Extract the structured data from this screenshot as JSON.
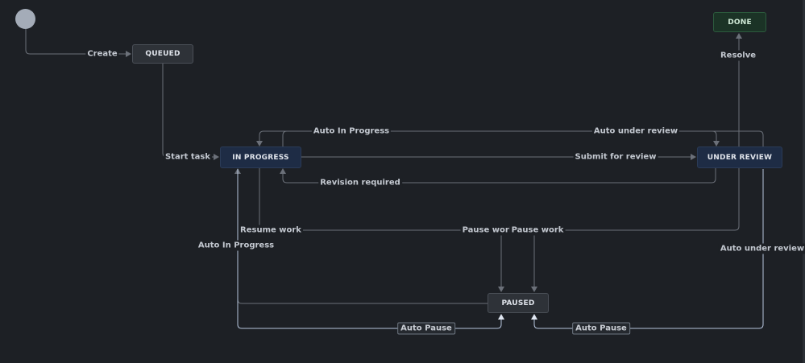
{
  "nodes": {
    "queued": "QUEUED",
    "in_progress": "IN PROGRESS",
    "under_review": "UNDER REVIEW",
    "done": "DONE",
    "paused": "PAUSED"
  },
  "transitions": {
    "create": "Create",
    "start_task": "Start task",
    "auto_in_progress_top": "Auto In Progress",
    "auto_under_review_top": "Auto under review",
    "submit_for_review": "Submit for review",
    "revision_required": "Revision required",
    "resolve": "Resolve",
    "resume_work": "Resume work",
    "pause_work_from_in_progress": "Pause work",
    "pause_work_from_under_review": "Pause work",
    "auto_in_progress_left": "Auto In Progress",
    "auto_under_review_right": "Auto under review",
    "auto_pause_left": "Auto Pause",
    "auto_pause_right": "Auto Pause"
  },
  "colors": {
    "background": "#1d2025",
    "edge": "#6b7079",
    "highlight_edge": "#b5c4dc",
    "node_gray": "#2e3238",
    "node_blue": "#1e2c45",
    "node_green": "#1b3326"
  }
}
